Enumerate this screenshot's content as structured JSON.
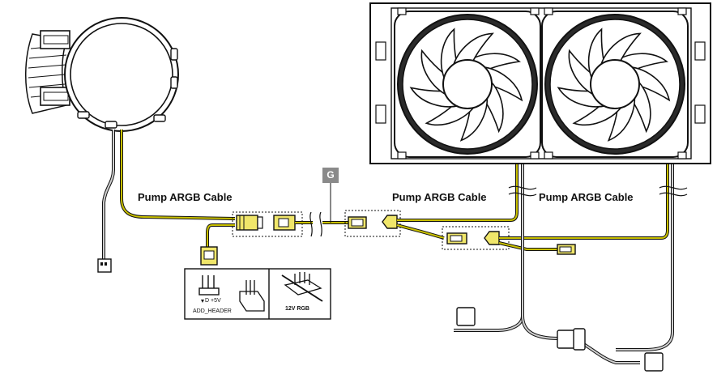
{
  "labels": {
    "pump_cable_1": "Pump ARGB Cable",
    "pump_cable_2": "Pump ARGB Cable",
    "pump_cable_3": "Pump ARGB Cable",
    "step_badge": "G"
  },
  "header_box": {
    "pin_label": "D +5V",
    "add_header_label": "ADD_HEADER",
    "rgb_label": "12V RGB"
  },
  "colors": {
    "cable_yellow": "#c9c000",
    "line": "#111111",
    "gray_cable": "#9a9a9a"
  }
}
